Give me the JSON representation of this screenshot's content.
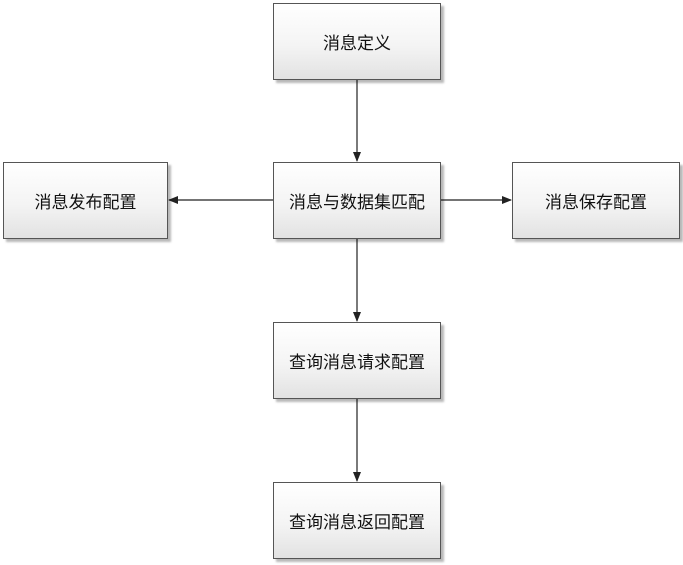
{
  "diagram": {
    "nodes": {
      "define": "消息定义",
      "match": "消息与数据集匹配",
      "publish": "消息发布配置",
      "save": "消息保存配置",
      "query": "查询消息请求配置",
      "return": "查询消息返回配置"
    },
    "edges": [
      {
        "from": "define",
        "to": "match"
      },
      {
        "from": "match",
        "to": "publish"
      },
      {
        "from": "match",
        "to": "save"
      },
      {
        "from": "match",
        "to": "query"
      },
      {
        "from": "query",
        "to": "return"
      }
    ],
    "colors": {
      "border": "#555555",
      "arrow": "#222222"
    }
  }
}
